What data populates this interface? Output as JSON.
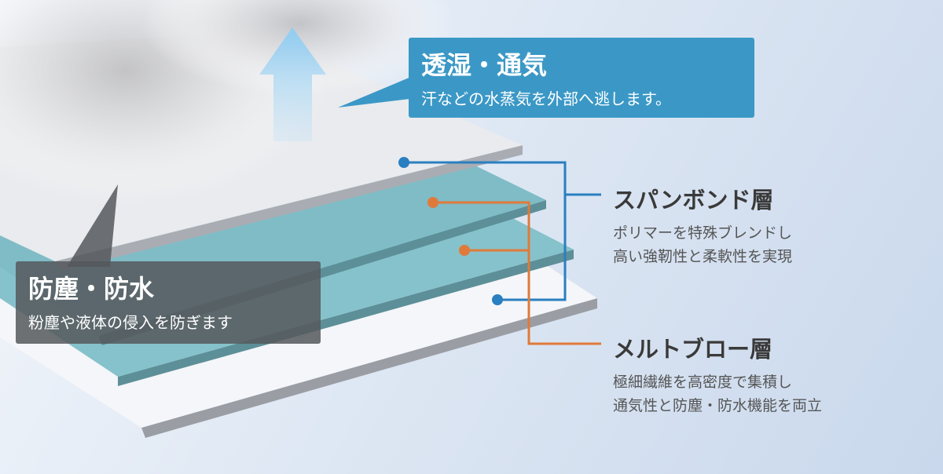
{
  "colors": {
    "spunbond": "#2a7fc0",
    "meltblown": "#e07a3a",
    "callout_blue": "#3b98c6",
    "layer_teal": "#7fbfc7"
  },
  "breathable": {
    "title": "透湿・通気",
    "desc": "汗などの水蒸気を外部へ逃します。"
  },
  "protection": {
    "title": "防塵・防水",
    "desc": "粉塵や液体の侵入を防ぎます"
  },
  "spunbond": {
    "title": "スパンボンド層",
    "lines": [
      "ポリマーを特殊ブレンドし",
      "高い強靭性と柔軟性を実現"
    ]
  },
  "meltblown": {
    "title": "メルトブロー層",
    "lines": [
      "極細繊維を高密度で集積し",
      "通気性と防塵・防水機能を両立"
    ]
  }
}
